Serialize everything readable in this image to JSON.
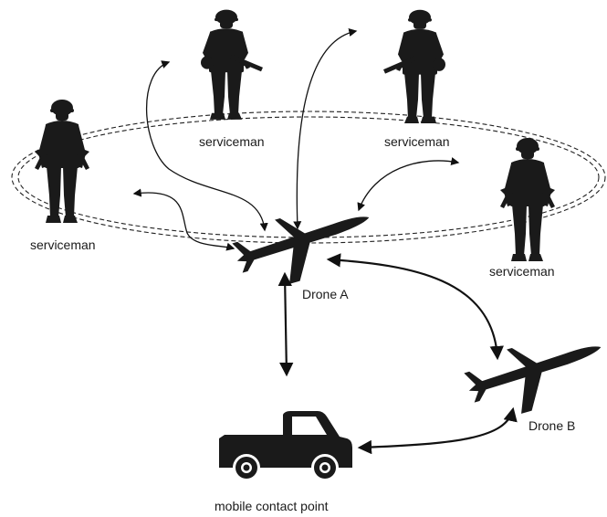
{
  "labels": {
    "serviceman_top_left": "serviceman",
    "serviceman_top_right": "serviceman",
    "serviceman_left": "serviceman",
    "serviceman_right": "serviceman",
    "drone_a": "Drone A",
    "drone_b": "Drone B",
    "vehicle": "mobile contact point"
  },
  "icons": {
    "soldier": "soldier-icon",
    "drone": "plane-icon",
    "vehicle": "pickup-truck-icon"
  },
  "colors": {
    "silhouette": "#1a1a1a",
    "line": "#111111",
    "background": "#ffffff"
  }
}
